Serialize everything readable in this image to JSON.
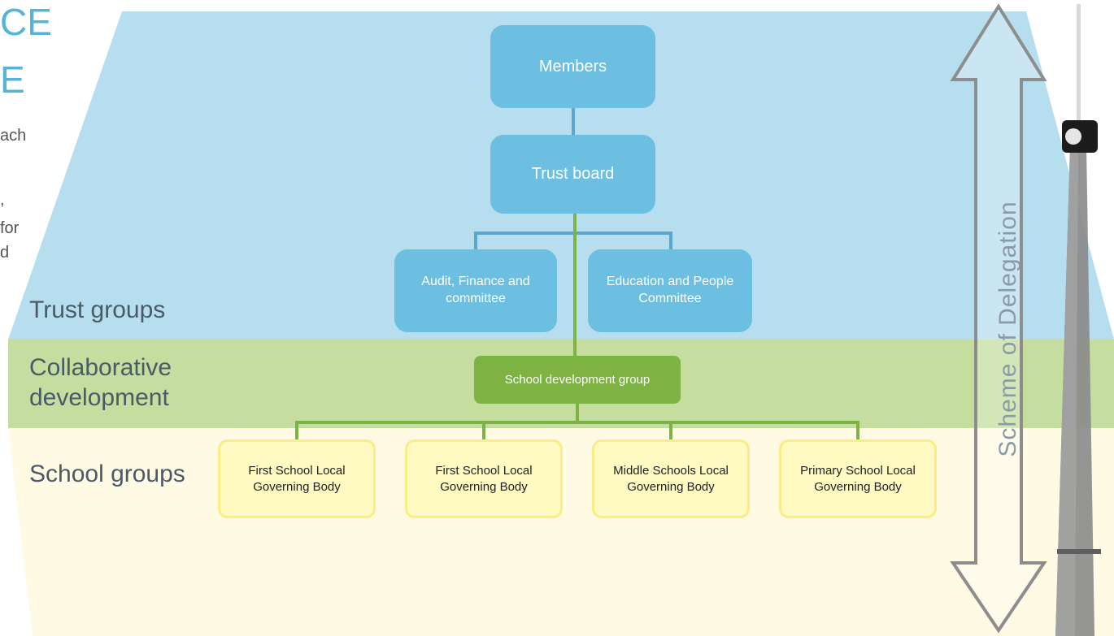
{
  "title": {
    "line1": "CE",
    "line2": "E"
  },
  "intro": {
    "lines": [
      "ach",
      ",",
      "for",
      "d"
    ]
  },
  "bands": {
    "trust": "Trust groups",
    "collab_line1": "Collaborative",
    "collab_line2": "development",
    "school": "School groups"
  },
  "nodes": {
    "members": "Members",
    "trust_board": "Trust board",
    "audit": "Audit, Finance and committee",
    "education": "Education and People Committee",
    "school_dev": "School development group",
    "first_school_1": "First School Local Governing Body",
    "first_school_2": "First School Local Governing Body",
    "middle_schools": "Middle Schools Local Governing Body",
    "primary_school": "Primary School Local Governing Body"
  },
  "arrow": {
    "label": "Scheme of Delegation"
  },
  "colors": {
    "blue_band": "#b7deee",
    "green_band": "#c5de9f",
    "yellow_band": "#fffae3",
    "blue_box": "#6dbfe2",
    "green_box": "#7cb342",
    "yellow_border": "#fbec86",
    "connector_blue": "#5aa6cc",
    "connector_green": "#7cb342"
  }
}
